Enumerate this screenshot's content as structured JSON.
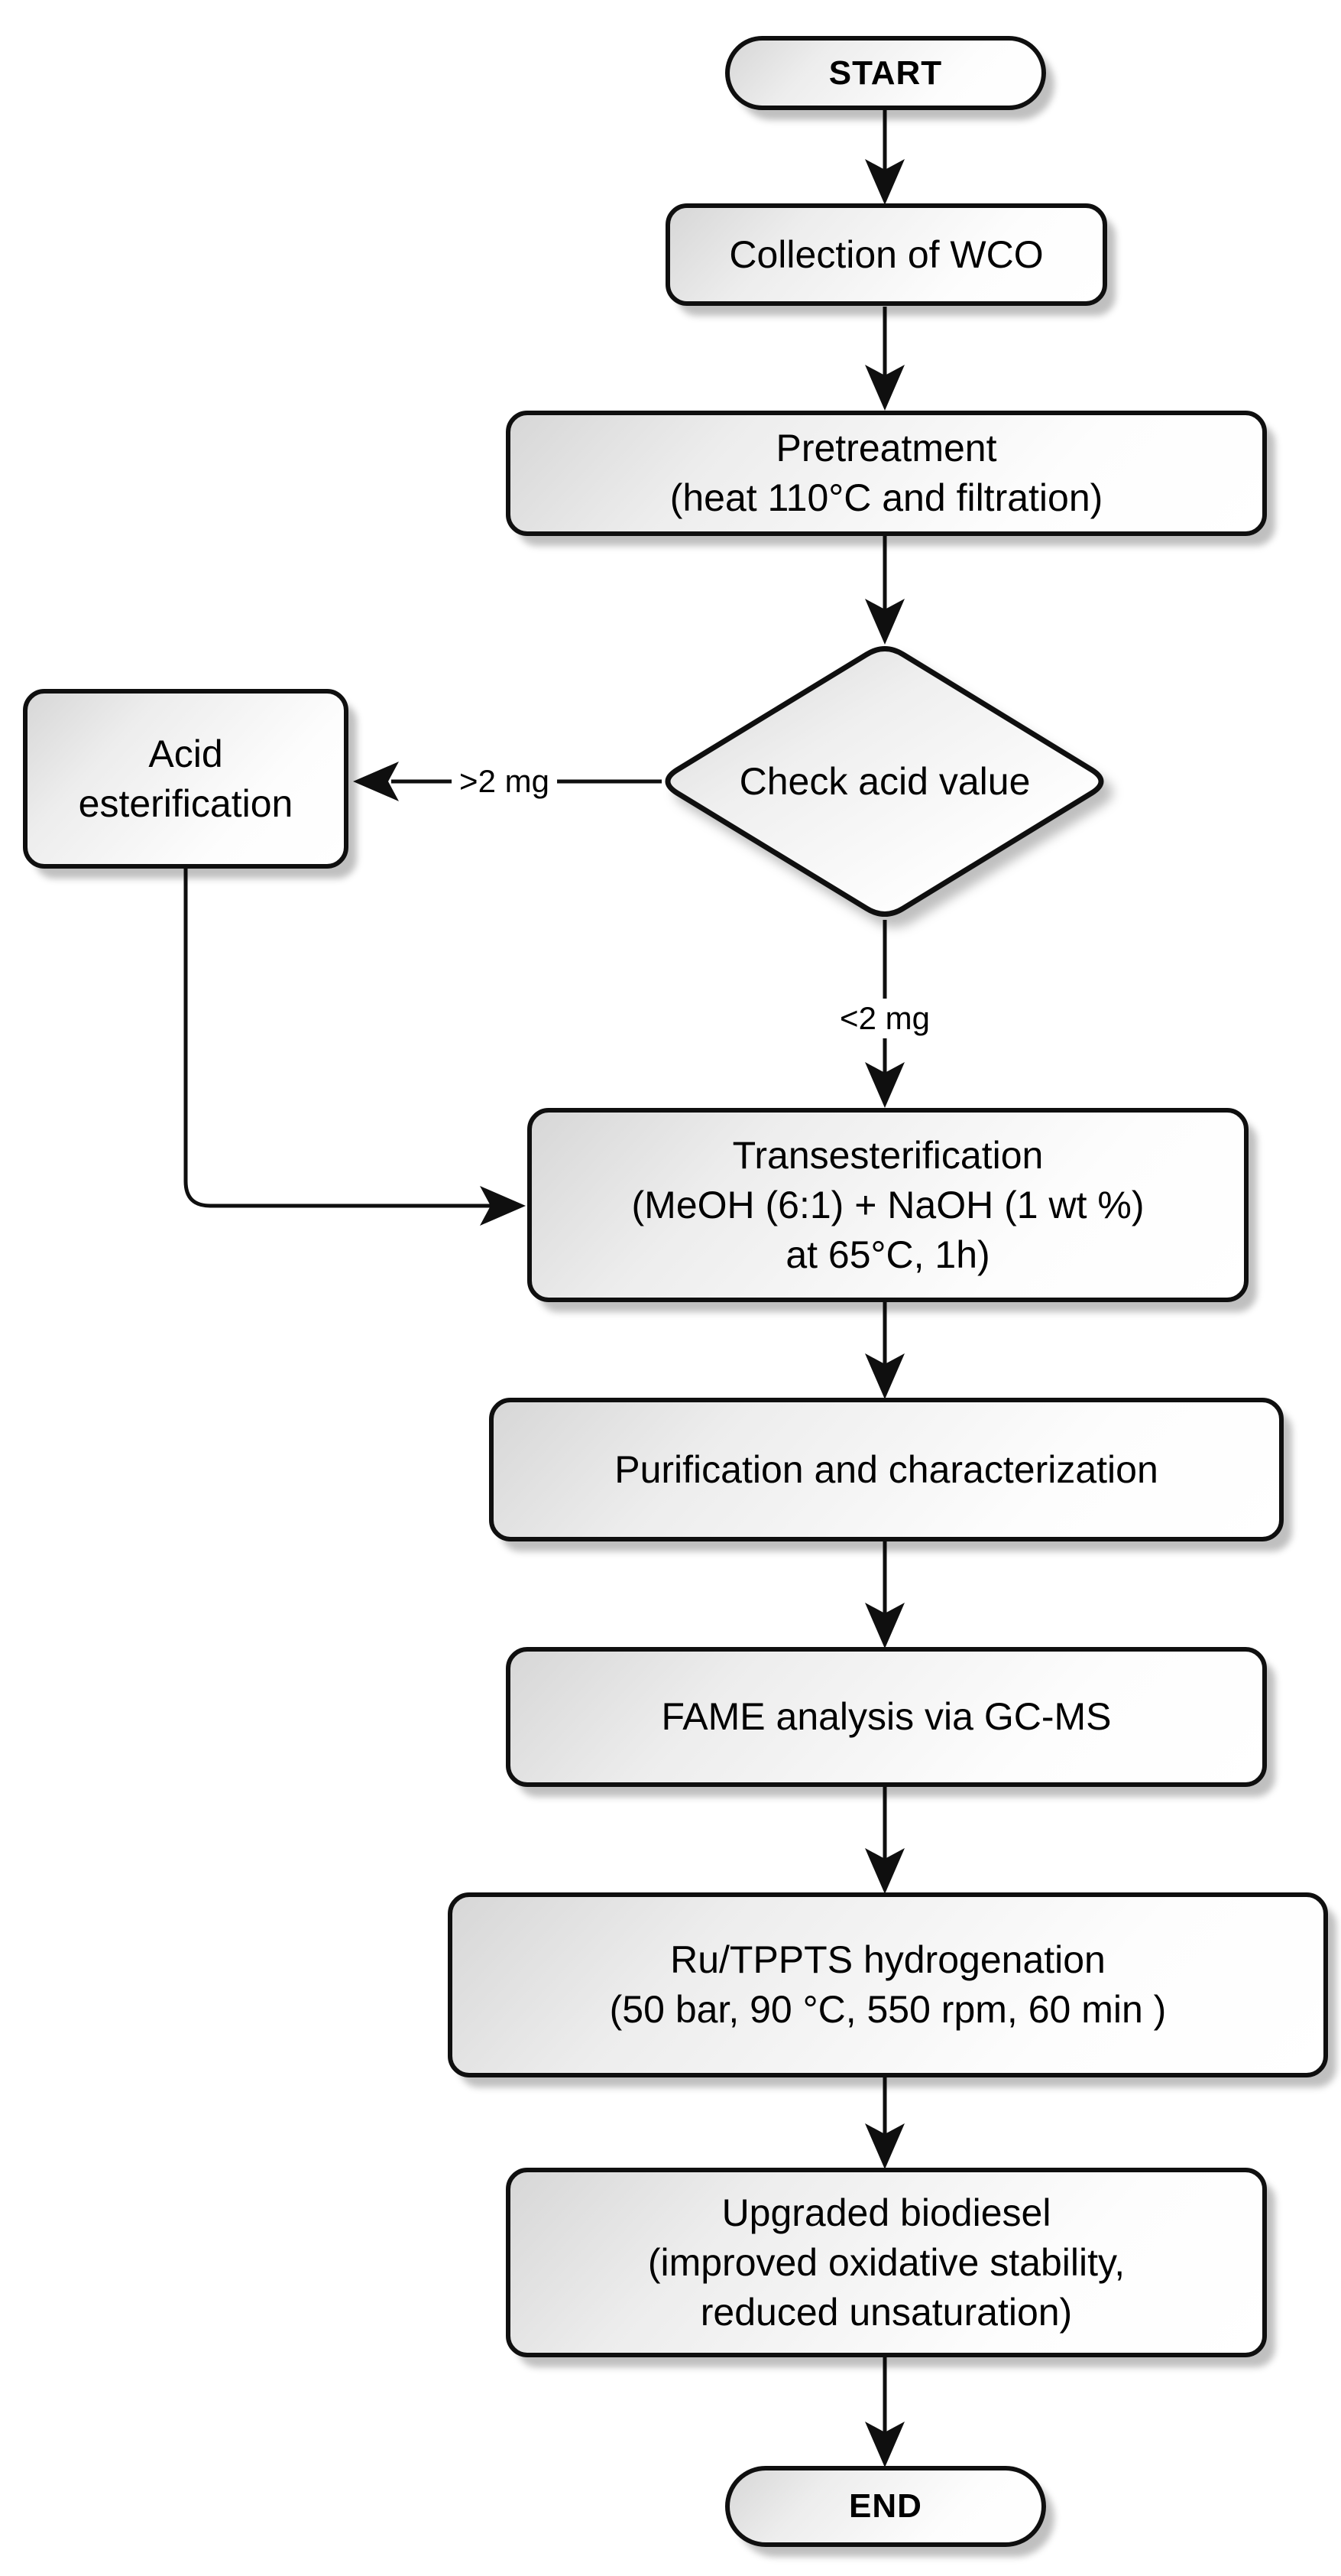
{
  "diagram_type": "flowchart",
  "nodes": {
    "start": {
      "lines": [
        "START"
      ]
    },
    "collection": {
      "lines": [
        "Collection of WCO"
      ]
    },
    "pretreatment": {
      "lines": [
        "Pretreatment",
        "(heat 110°C and filtration)"
      ]
    },
    "decision": {
      "lines": [
        "Check acid value"
      ]
    },
    "acid_esterification": {
      "lines": [
        "Acid",
        "esterification"
      ]
    },
    "transesterification": {
      "lines": [
        "Transesterification",
        "(MeOH (6:1) + NaOH (1 wt %)",
        "at 65°C, 1h)"
      ]
    },
    "purification": {
      "lines": [
        "Purification and characterization"
      ]
    },
    "fame_analysis": {
      "lines": [
        "FAME analysis via GC-MS"
      ]
    },
    "hydrogenation": {
      "lines": [
        "Ru/TPPTS hydrogenation",
        "(50 bar, 90 °C, 550 rpm, 60 min )"
      ]
    },
    "upgraded": {
      "lines": [
        "Upgraded biodiesel",
        "(improved oxidative stability,",
        "reduced unsaturation)"
      ]
    },
    "end": {
      "lines": [
        "END"
      ]
    }
  },
  "edge_labels": {
    "high_acid": ">2 mg",
    "low_acid": "<2 mg"
  },
  "colors": {
    "outline": "#0f0f0f",
    "fill_light": "#ffffff",
    "fill_gray": "#d7d7d7",
    "shadow": "rgba(0,0,0,0.25)",
    "background": "#ffffff"
  }
}
